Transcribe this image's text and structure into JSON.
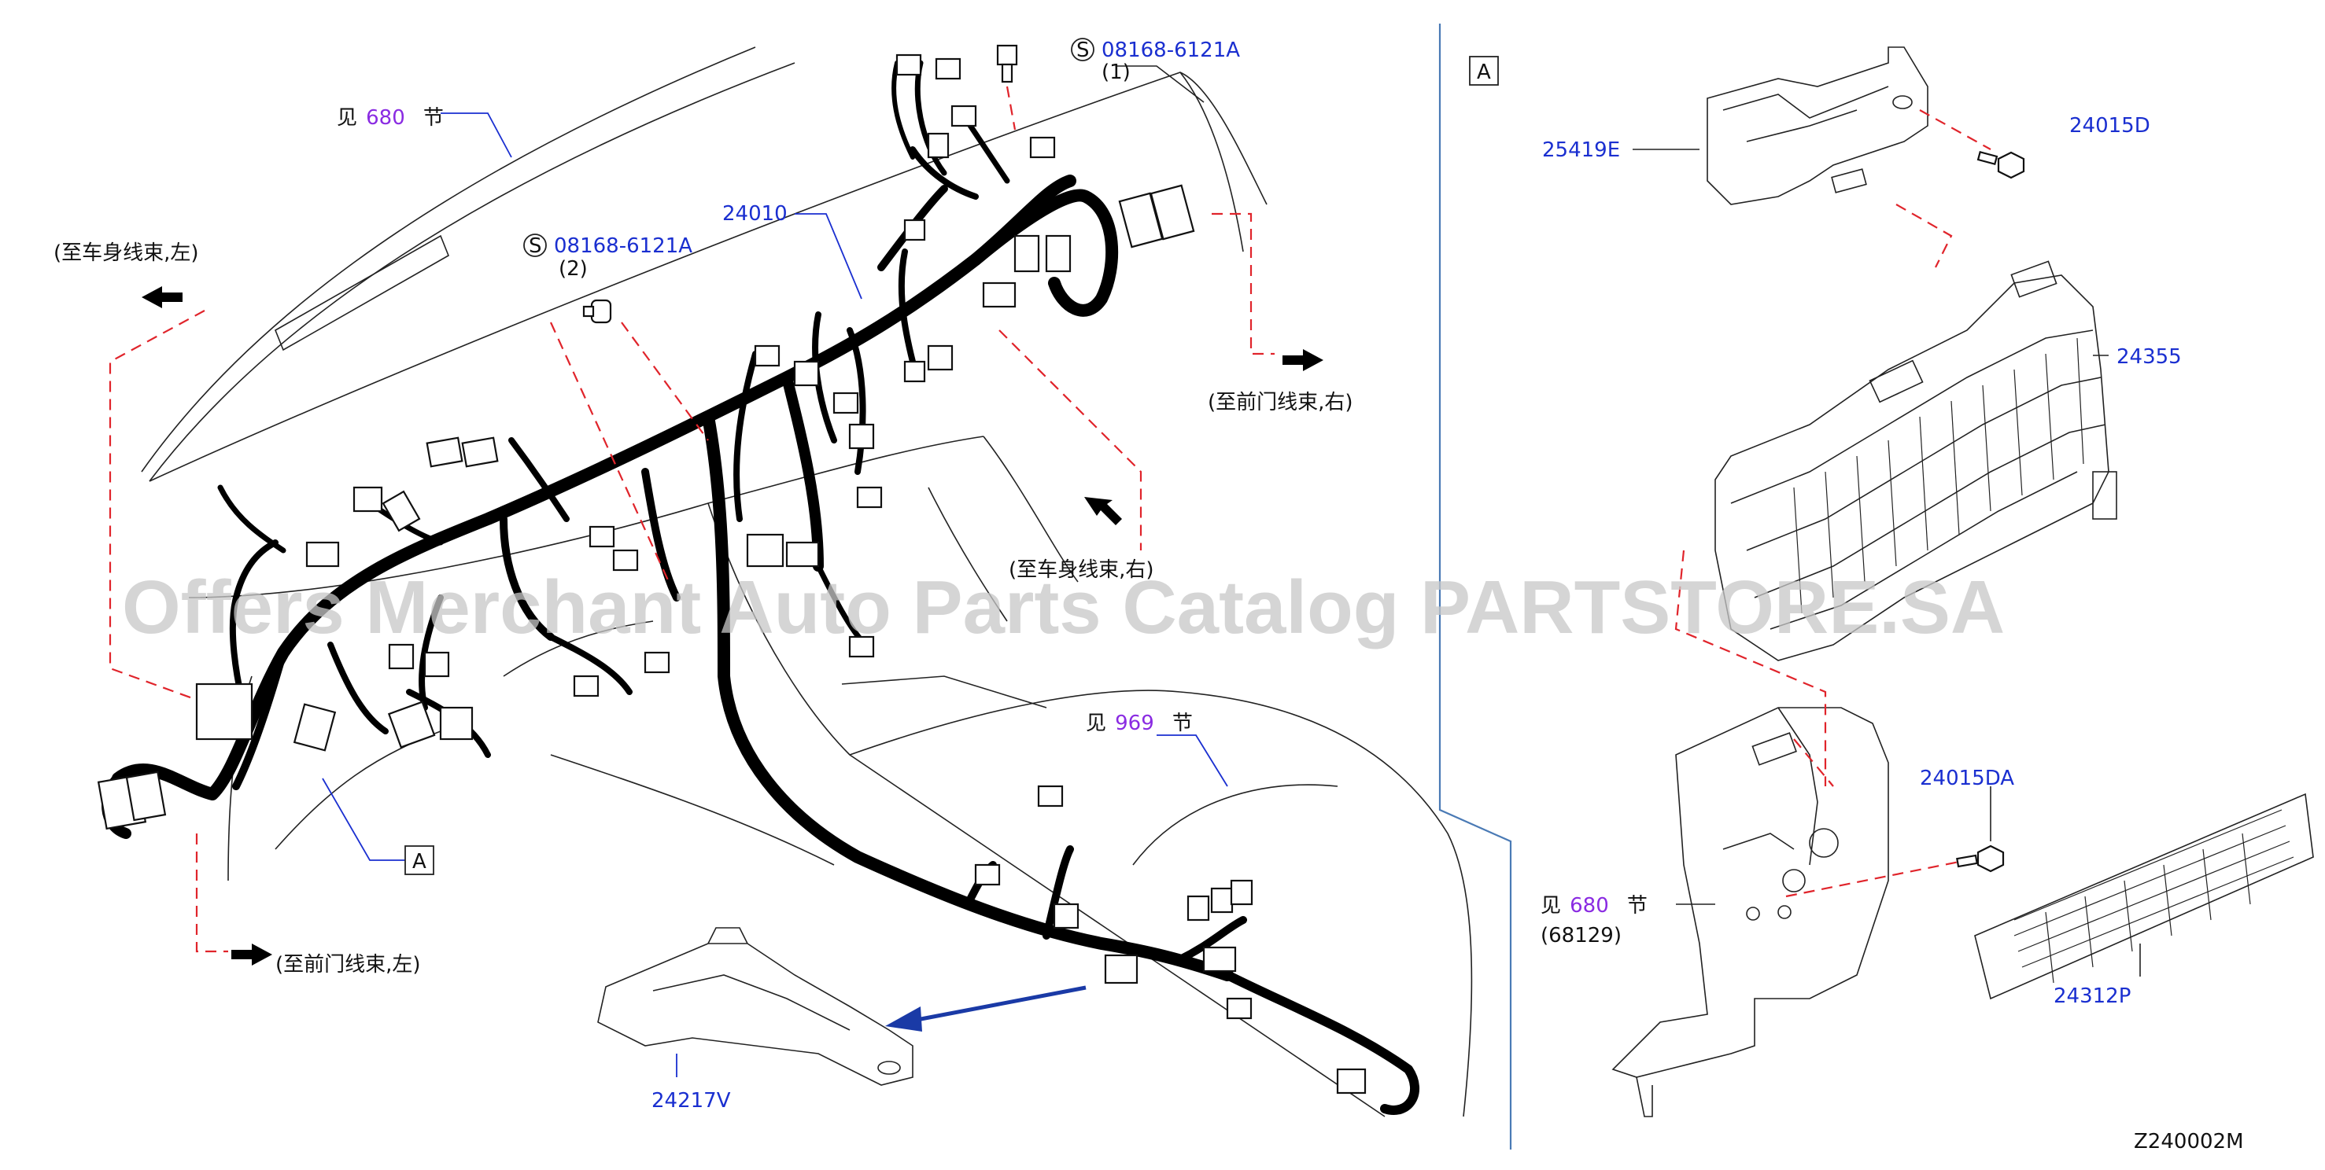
{
  "diagram": {
    "code": "Z240002M",
    "watermark": "Offers Merchant Auto Parts Catalog PARTSTORE.SA",
    "refs": [
      {
        "prefix": "见",
        "num": "680",
        "suffix": "节"
      },
      {
        "prefix": "见",
        "num": "969",
        "suffix": "节"
      },
      {
        "prefix": "见",
        "num": "680",
        "suffix": "节",
        "sub": "(68129)"
      }
    ],
    "directions": {
      "body_left": "(至车身线束,左)",
      "front_door_right": "(至前门线束,右)",
      "body_right": "(至车身线束,右)",
      "front_door_left": "(至前门线束,左)"
    },
    "bolts": [
      {
        "symbol": "S",
        "part": "08168-6121A",
        "qty": "(1)"
      },
      {
        "symbol": "S",
        "part": "08168-6121A",
        "qty": "(2)"
      }
    ],
    "parts": {
      "harness": "24010",
      "bracket_lower": "24217V",
      "bracket_top": "25419E",
      "clip_top": "24015D",
      "fuse_block": "24355",
      "clip_lower": "24015DA",
      "label": "24312P"
    },
    "callout": "A",
    "colors": {
      "part_number": "#1a2fd0",
      "reference": "#8a2be2",
      "dashed_line": "#e0242b",
      "harness": "#000000"
    }
  }
}
